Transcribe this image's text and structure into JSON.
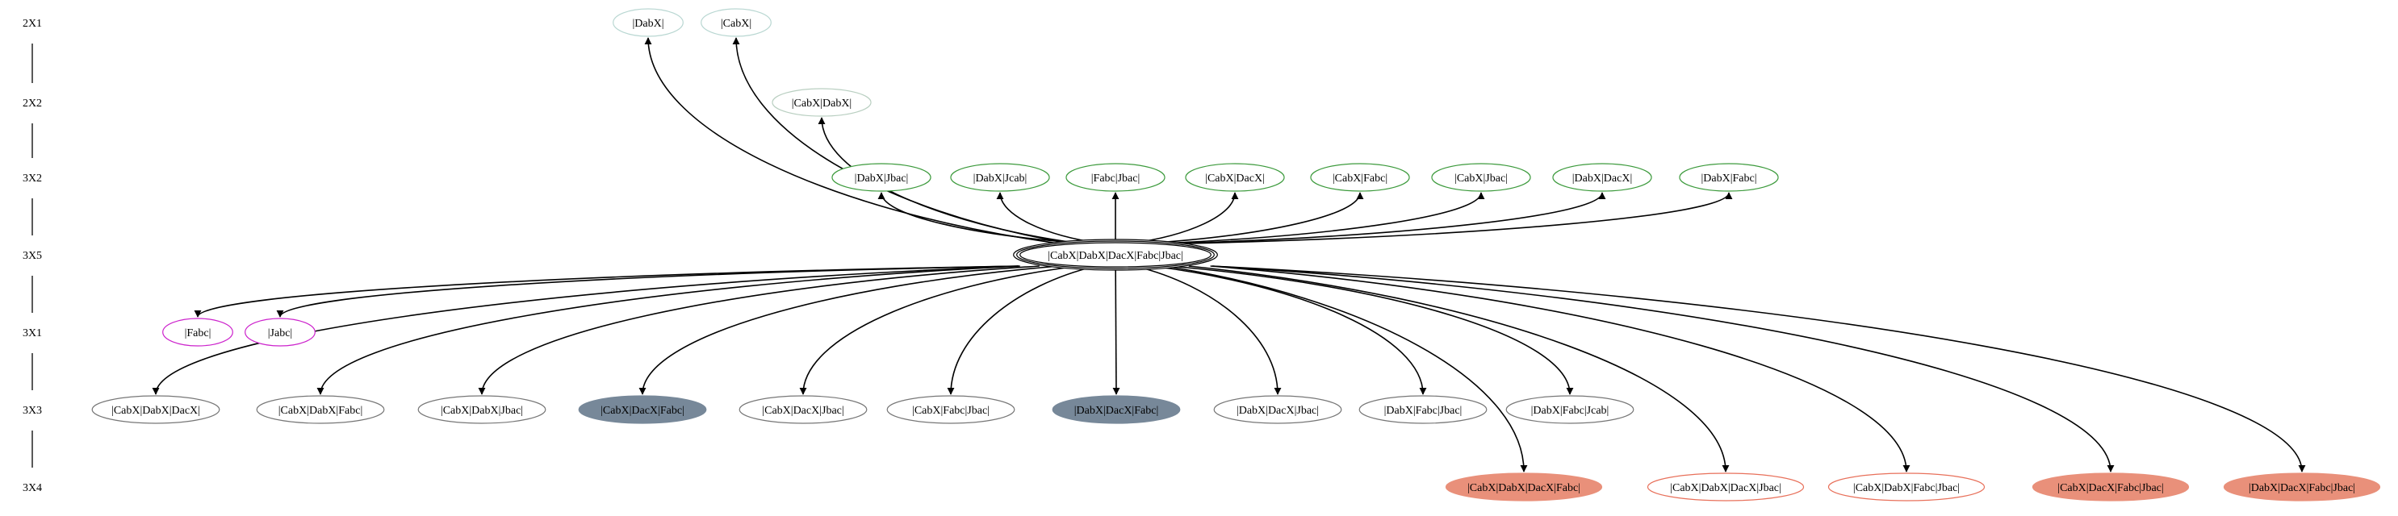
{
  "colors": {
    "edge": "#000000",
    "text": "#000000",
    "rank_2x1_outline": "#b9d7d2",
    "rank_2x2_outline": "#b9cfc1",
    "rank_3x2_outline": "#3c9a3c",
    "rank_3x1_outline": "#cc22cc",
    "rank_3x3_outline": "#777777",
    "rank_3x3_filled": "#778899",
    "rank_3x4_outline": "#e8705a",
    "rank_3x4_filled": "#e9907a"
  },
  "ranks": [
    "2X1",
    "2X2",
    "3X2",
    "3X5",
    "3X1",
    "3X3",
    "3X4"
  ],
  "center_node": {
    "label": "|CabX|DabX|DacX|Fabc|Jbac|",
    "style": "triple"
  },
  "nodes": [
    {
      "id": "dabx",
      "label": "|DabX|",
      "rank": "2X1",
      "style": "outline",
      "color": "rank_2x1_outline"
    },
    {
      "id": "cabx",
      "label": "|CabX|",
      "rank": "2X1",
      "style": "outline",
      "color": "rank_2x1_outline"
    },
    {
      "id": "cabx-dabx",
      "label": "|CabX|DabX|",
      "rank": "2X2",
      "style": "outline",
      "color": "rank_2x2_outline"
    },
    {
      "id": "dabx-jbac",
      "label": "|DabX|Jbac|",
      "rank": "3X2",
      "style": "outline",
      "color": "rank_3x2_outline"
    },
    {
      "id": "dabx-jcab",
      "label": "|DabX|Jcab|",
      "rank": "3X2",
      "style": "outline",
      "color": "rank_3x2_outline"
    },
    {
      "id": "fabc-jbac",
      "label": "|Fabc|Jbac|",
      "rank": "3X2",
      "style": "outline",
      "color": "rank_3x2_outline"
    },
    {
      "id": "cabx-dacx",
      "label": "|CabX|DacX|",
      "rank": "3X2",
      "style": "outline",
      "color": "rank_3x2_outline"
    },
    {
      "id": "cabx-fabc",
      "label": "|CabX|Fabc|",
      "rank": "3X2",
      "style": "outline",
      "color": "rank_3x2_outline"
    },
    {
      "id": "cabx-jbac",
      "label": "|CabX|Jbac|",
      "rank": "3X2",
      "style": "outline",
      "color": "rank_3x2_outline"
    },
    {
      "id": "dabx-dacx",
      "label": "|DabX|DacX|",
      "rank": "3X2",
      "style": "outline",
      "color": "rank_3x2_outline"
    },
    {
      "id": "dabx-fabc",
      "label": "|DabX|Fabc|",
      "rank": "3X2",
      "style": "outline",
      "color": "rank_3x2_outline"
    },
    {
      "id": "fabc",
      "label": "|Fabc|",
      "rank": "3X1",
      "style": "outline",
      "color": "rank_3x1_outline"
    },
    {
      "id": "jabc",
      "label": "|Jabc|",
      "rank": "3X1",
      "style": "outline",
      "color": "rank_3x1_outline"
    },
    {
      "id": "cabx-dabx-dacx",
      "label": "|CabX|DabX|DacX|",
      "rank": "3X3",
      "style": "outline",
      "color": "rank_3x3_outline"
    },
    {
      "id": "cabx-dabx-fabc",
      "label": "|CabX|DabX|Fabc|",
      "rank": "3X3",
      "style": "outline",
      "color": "rank_3x3_outline"
    },
    {
      "id": "cabx-dabx-jbac",
      "label": "|CabX|DabX|Jbac|",
      "rank": "3X3",
      "style": "outline",
      "color": "rank_3x3_outline"
    },
    {
      "id": "cabx-dacx-fabc",
      "label": "|CabX|DacX|Fabc|",
      "rank": "3X3",
      "style": "filled",
      "color": "rank_3x3_filled"
    },
    {
      "id": "cabx-dacx-jbac",
      "label": "|CabX|DacX|Jbac|",
      "rank": "3X3",
      "style": "outline",
      "color": "rank_3x3_outline"
    },
    {
      "id": "cabx-fabc-jbac",
      "label": "|CabX|Fabc|Jbac|",
      "rank": "3X3",
      "style": "outline",
      "color": "rank_3x3_outline"
    },
    {
      "id": "dabx-dacx-fabc",
      "label": "|DabX|DacX|Fabc|",
      "rank": "3X3",
      "style": "filled",
      "color": "rank_3x3_filled"
    },
    {
      "id": "dabx-dacx-jbac",
      "label": "|DabX|DacX|Jbac|",
      "rank": "3X3",
      "style": "outline",
      "color": "rank_3x3_outline"
    },
    {
      "id": "dabx-fabc-jbac",
      "label": "|DabX|Fabc|Jbac|",
      "rank": "3X3",
      "style": "outline",
      "color": "rank_3x3_outline"
    },
    {
      "id": "dabx-fabc-jcab",
      "label": "|DabX|Fabc|Jcab|",
      "rank": "3X3",
      "style": "outline",
      "color": "rank_3x3_outline"
    },
    {
      "id": "cabx-dabx-dacx-fabc",
      "label": "|CabX|DabX|DacX|Fabc|",
      "rank": "3X4",
      "style": "filled",
      "color": "rank_3x4_filled"
    },
    {
      "id": "cabx-dabx-dacx-jbac",
      "label": "|CabX|DabX|DacX|Jbac|",
      "rank": "3X4",
      "style": "outline",
      "color": "rank_3x4_outline"
    },
    {
      "id": "cabx-dabx-fabc-jbac",
      "label": "|CabX|DabX|Fabc|Jbac|",
      "rank": "3X4",
      "style": "outline",
      "color": "rank_3x4_outline"
    },
    {
      "id": "cabx-dacx-fabc-jbac",
      "label": "|CabX|DacX|Fabc|Jbac|",
      "rank": "3X4",
      "style": "filled",
      "color": "rank_3x4_filled"
    },
    {
      "id": "dabx-dacx-fabc-jbac",
      "label": "|DabX|DacX|Fabc|Jbac|",
      "rank": "3X4",
      "style": "filled",
      "color": "rank_3x4_filled"
    }
  ],
  "edges_from_center": [
    "dabx",
    "cabx",
    "cabx-dabx",
    "dabx-jbac",
    "dabx-jcab",
    "fabc-jbac",
    "cabx-dacx",
    "cabx-fabc",
    "cabx-jbac",
    "dabx-dacx",
    "dabx-fabc",
    "fabc",
    "jabc",
    "cabx-dabx-dacx",
    "cabx-dabx-fabc",
    "cabx-dabx-jbac",
    "cabx-dacx-fabc",
    "cabx-dacx-jbac",
    "cabx-fabc-jbac",
    "dabx-dacx-fabc",
    "dabx-dacx-jbac",
    "dabx-fabc-jbac",
    "dabx-fabc-jcab",
    "cabx-dabx-dacx-fabc",
    "cabx-dabx-dacx-jbac",
    "cabx-dabx-fabc-jbac",
    "cabx-dacx-fabc-jbac",
    "dabx-dacx-fabc-jbac"
  ]
}
